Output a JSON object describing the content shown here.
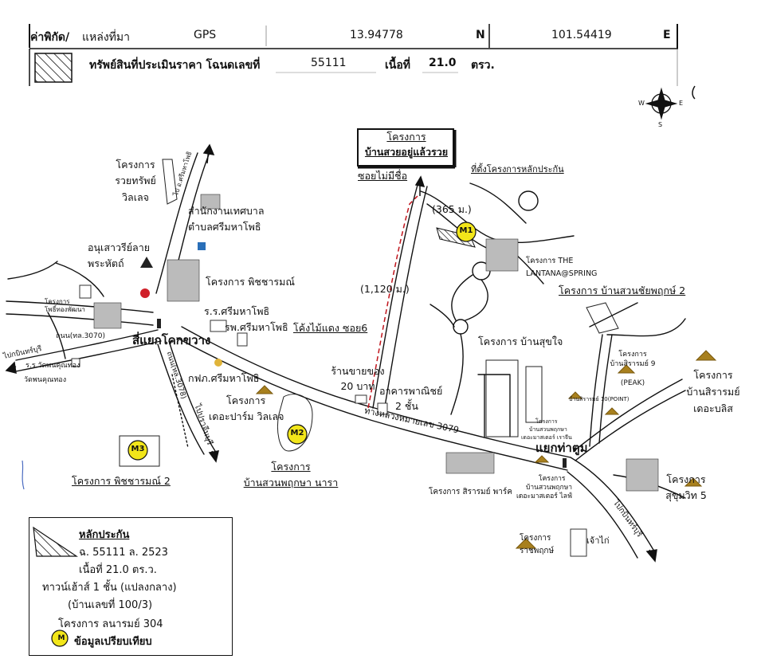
{
  "header": {
    "coord_label": "ค่าพิกัด/",
    "source_label": "แหล่งที่มา",
    "source_value": "GPS",
    "lat_value": "13.94778",
    "lat_dir": "N",
    "lon_value": "101.54419",
    "lon_dir": "E",
    "property_label": "ทรัพย์สินที่ประเมินราคา โฉนดเลขที่",
    "deed_no": "55111",
    "area_label": "เนื้อที่",
    "area_value": "21.0",
    "area_unit": "ตรว."
  },
  "compass": {
    "n": "N",
    "s": "S",
    "e": "E",
    "w": "W"
  },
  "title_box": {
    "line1": "โครงการ",
    "line2": "บ้านสวยอยู่แล้วรวย"
  },
  "labels": {
    "royal_sap_1": "โครงการ",
    "royal_sap_2": "รวยทรัพย์",
    "royal_sap_3": "วิลเลจ",
    "to_srimahaphot": "ไป อ.ศรีมหาโพธิ",
    "municipal_1": "สำนักงานเทศบาล",
    "municipal_2": "ตำบลศรีมหาโพธิ",
    "monument_1": "อนุเสาวรีย์ลาย",
    "monument_2": "พระหัตถ์",
    "phichaarom_1": "โครงการ พิชชารมณ์",
    "school_1": "ร.ร.ศรีมหาโพธิ",
    "hospital_1": "รพ.ศรีมหาโพธิ",
    "thong_1": "โครงการ",
    "thong_2": "โพธิ์ทองพัฒนา",
    "road_3070": "ถนน(ทล.3070)",
    "intersection_1": "สี่แยกโคกขวาง",
    "to_kabin": "ไปกบินทร์บุรี",
    "watkhun_school": "ร.ร.วัดพนคุณทอง",
    "watkhun_temple": "วัดพนคุณทอง",
    "road_3078": "ถนน(ทล.3078)",
    "to_prachin": "ไปปราจีนบุรี",
    "pea": "กฟภ.ศรีมหาโพธิ",
    "dfarm_1": "โครงการ",
    "dfarm_2": "เดอะปาร์ม วิลเลจ",
    "phichaarom2": "โครงการ พิชชารมณ์ 2",
    "phuksa_1": "โครงการ",
    "phuksa_2": "บ้านสวนพฤกษา นารา",
    "dist_1120": "(1,120 ม.)",
    "khongmai": "โค้งไม้แดง ซอย6",
    "shop_1": "ร้านขายของ",
    "shop_2": "20 บาท",
    "comm_1": "อาคารพาณิชย์",
    "comm_2": "2 ชั้น",
    "highway_3079": "ทางหลวงหมายเลข 3079",
    "soi_noname": "ซอยไม่มีชื่อ",
    "collateral_loc": "ที่ตั้งโครงการหลักประกัน",
    "dist_365": "(365 ม.)",
    "lantana_1": "โครงการ THE",
    "lantana_2": "LANTANA@SPRING",
    "chaiyaphruek": "โครงการ บ้านสวนชัยพฤกษ์ 2",
    "suksai": "โครงการ บ้านสุขใจ",
    "sirarom9_1": "โครงการ",
    "sirarom9_2": "บ้านสิรารมย์ 9",
    "sirarom9_3": "(PEAK)",
    "bliss_1": "โครงการ",
    "bliss_2": "บ้านสิรารมย์",
    "bliss_3": "เดอะบลิส",
    "intersection_2": "แยกท่าตูม",
    "sirarom_park": "โครงการ สิรารมย์ พาร์ค",
    "master_1": "โครงการ",
    "master_2": "บ้านสวนพฤกษา",
    "master_3": "เดอะมาสเตอร์ ไลฟ์",
    "ratchaphruek_1": "โครงการ",
    "ratchaphruek_2": "ราชพฤกษ์",
    "sukhumvit_1": "โครงการ",
    "sukhumvit_2": "สุขุมวิท 5",
    "to_kabinburi": "ไปกบินทร์บุรี",
    "chaokai": "เจ้าไก่",
    "sirarom_point": "บ้านสิรารมย์ 10(POINT)",
    "master_rouge_1": "โครงการ",
    "master_rouge_2": "บ้านสวนพฤกษา",
    "master_rouge_3": "เดอะมาสเตอร์ เราจีน",
    "marker_m1": "M1",
    "marker_m2": "M2",
    "marker_m3": "M3"
  },
  "legend": {
    "title": "หลักประกัน",
    "line1": "ฉ. 55111 ล. 2523",
    "line2": "เนื้อที่ 21.0 ตร.ว.",
    "line3": "ทาวน์เฮ้าส์ 1 ชั้น (แปลงกลาง)",
    "line4": "(บ้านเลขที่ 100/3)",
    "line5": "โครงการ ลนารมย์ 304",
    "marker": "M",
    "marker_label": "ข้อมูลเปรียบเทียบ"
  },
  "colors": {
    "marker_fill": "#f2e61a",
    "route": "#c0141c",
    "road": "#111111",
    "house_icon": "#a8801e"
  }
}
